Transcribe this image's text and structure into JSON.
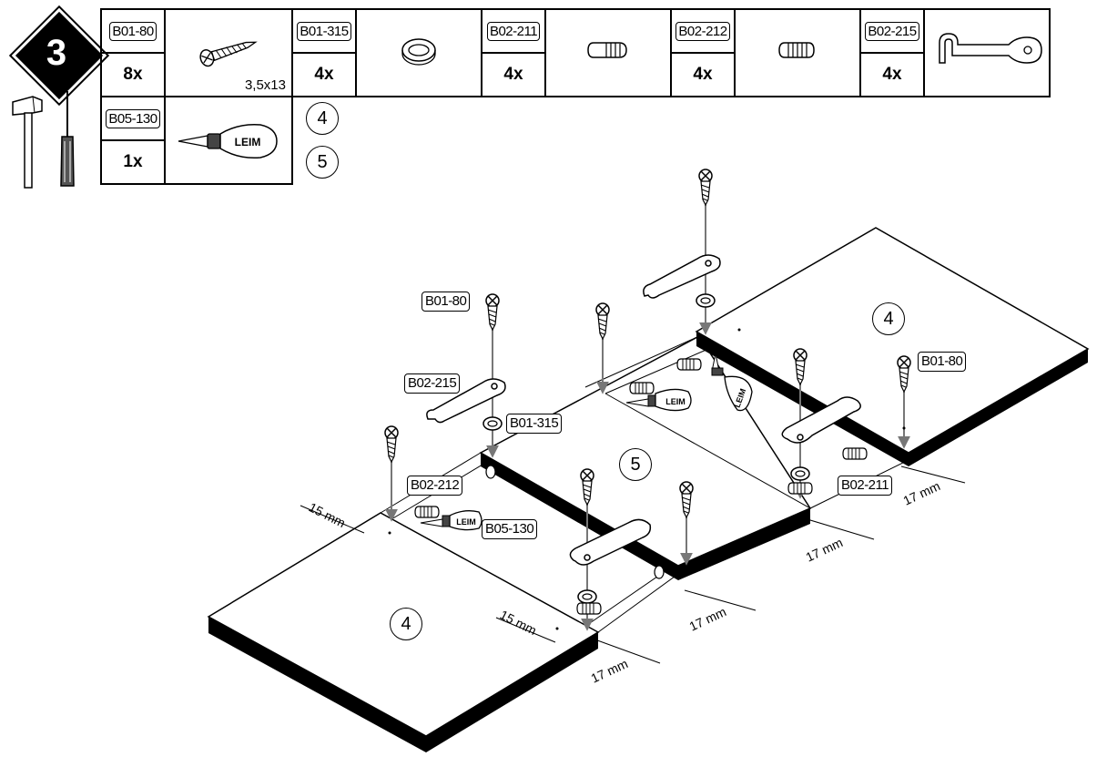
{
  "step_number": "3",
  "parts": [
    {
      "code": "B01-80",
      "qty": "8x",
      "icon": "screw-icon",
      "size": "3,5x13"
    },
    {
      "code": "B01-315",
      "qty": "4x",
      "icon": "washer-icon"
    },
    {
      "code": "B02-211",
      "qty": "4x",
      "icon": "dowel-icon"
    },
    {
      "code": "B02-212",
      "qty": "4x",
      "icon": "dowel-short-icon"
    },
    {
      "code": "B02-215",
      "qty": "4x",
      "icon": "hook-bracket-icon"
    }
  ],
  "glue": {
    "code": "B05-130",
    "qty": "1x",
    "icon": "glue-bottle-icon",
    "label": "LEIM"
  },
  "panel_refs": [
    "4",
    "5"
  ],
  "diagram": {
    "panel_labels": {
      "left": "4",
      "middle": "5",
      "right": "4"
    },
    "callouts": {
      "screw_top": "B01-80",
      "hook": "B02-215",
      "washer": "B01-315",
      "dowel_short": "B02-212",
      "glue": "B05-130",
      "screw_right": "B01-80",
      "dowel": "B02-211"
    },
    "glue_label": "LEIM",
    "dimensions": {
      "d15_a": "15 mm",
      "d15_b": "15 mm",
      "d17_a": "17 mm",
      "d17_b": "17 mm",
      "d17_c": "17 mm",
      "d17_d": "17 mm"
    }
  }
}
